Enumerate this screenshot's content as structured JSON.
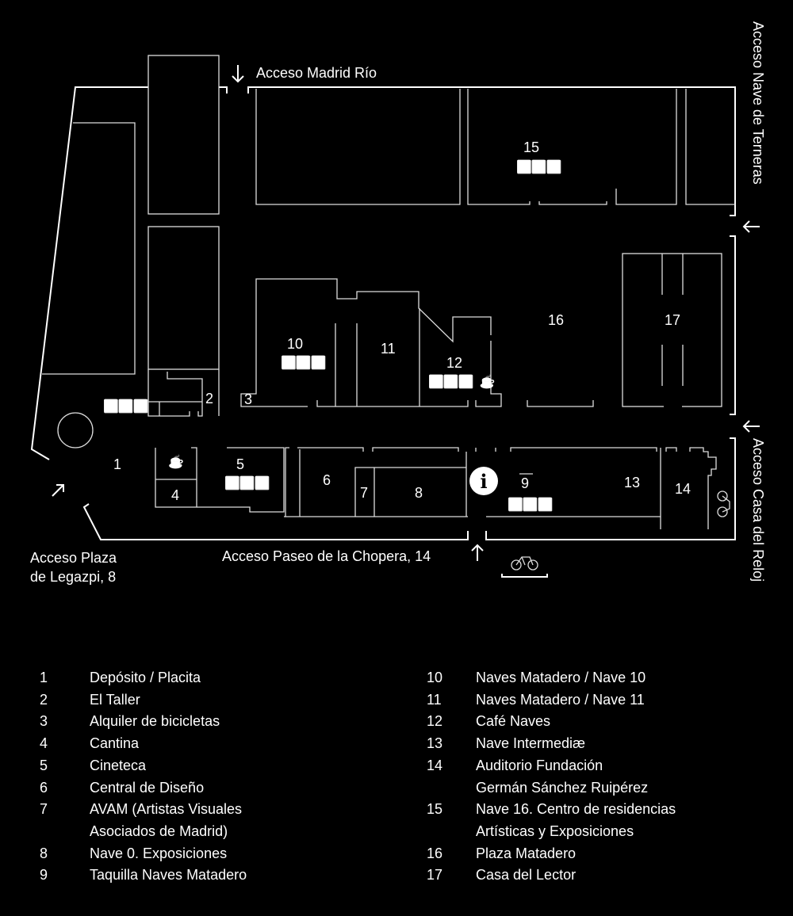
{
  "access": {
    "madrid_rio": "Acceso Madrid Río",
    "nave_terneras": "Acceso Nave de Terneras",
    "casa_reloj": "Acceso Casa del Reloj",
    "legazpi_line1": "Acceso Plaza",
    "legazpi_line2": "de Legazpi, 8",
    "chopera": "Acceso Paseo de la Chopera, 14"
  },
  "map_labels": {
    "n1": "1",
    "n2": "2",
    "n3": "3",
    "n4": "4",
    "n5": "5",
    "n6": "6",
    "n7": "7",
    "n8": "8",
    "n9": "9",
    "n10": "10",
    "n11": "11",
    "n12": "12",
    "n13": "13",
    "n14": "14",
    "n15": "15",
    "n16": "16",
    "n17": "17",
    "info": "i"
  },
  "icons": {
    "toilets": "🚺🚹♿",
    "cafe": "☕",
    "bicycle": "🚲"
  },
  "legend": {
    "left": [
      {
        "num": "1",
        "lines": [
          "Depósito / Placita"
        ]
      },
      {
        "num": "2",
        "lines": [
          "El Taller"
        ]
      },
      {
        "num": "3",
        "lines": [
          "Alquiler de bicicletas"
        ]
      },
      {
        "num": "4",
        "lines": [
          "Cantina"
        ]
      },
      {
        "num": "5",
        "lines": [
          "Cineteca"
        ]
      },
      {
        "num": "6",
        "lines": [
          "Central de Diseño"
        ]
      },
      {
        "num": "7",
        "lines": [
          "AVAM (Artistas Visuales",
          "Asociados de Madrid)"
        ]
      },
      {
        "num": "8",
        "lines": [
          "Nave 0. Exposiciones"
        ]
      },
      {
        "num": "9",
        "lines": [
          "Taquilla Naves Matadero"
        ]
      }
    ],
    "right": [
      {
        "num": "10",
        "lines": [
          "Naves Matadero / Nave 10"
        ]
      },
      {
        "num": "11",
        "lines": [
          "Naves Matadero / Nave 11"
        ]
      },
      {
        "num": "12",
        "lines": [
          "Café Naves"
        ]
      },
      {
        "num": "13",
        "lines": [
          "Nave Intermediæ"
        ]
      },
      {
        "num": "14",
        "lines": [
          "Auditorio Fundación",
          "Germán Sánchez Ruipérez"
        ]
      },
      {
        "num": "15",
        "lines": [
          "Nave 16. Centro de residencias",
          "Artísticas y Exposiciones"
        ]
      },
      {
        "num": "16",
        "lines": [
          "Plaza Matadero"
        ]
      },
      {
        "num": "17",
        "lines": [
          "Casa del Lector"
        ]
      }
    ]
  }
}
